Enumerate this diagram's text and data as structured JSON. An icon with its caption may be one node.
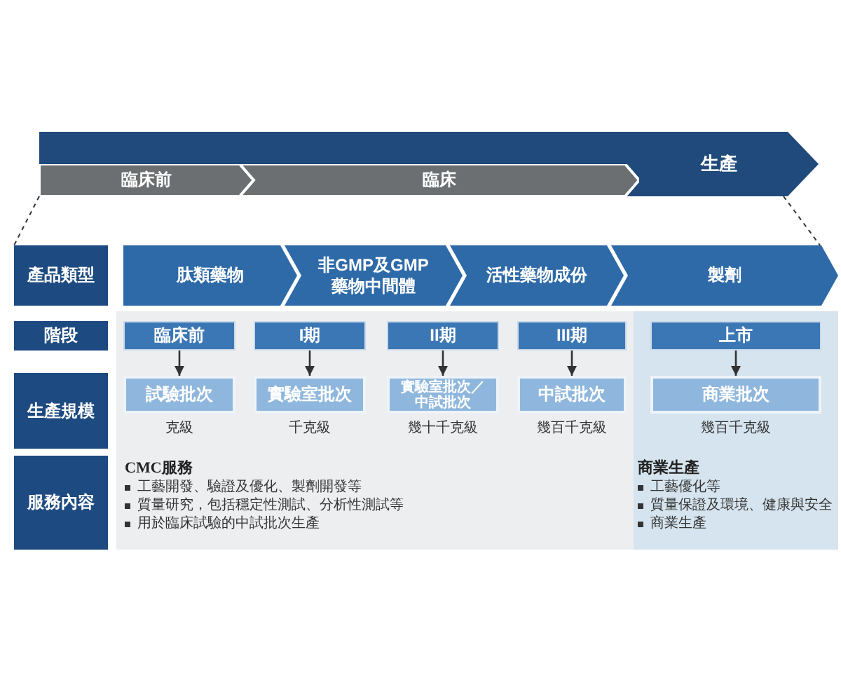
{
  "diagram": {
    "nodes": [
      {
        "text": [
          "生產"
        ]
      },
      {
        "text": [
          "臨床前"
        ],
        "in": 0
      },
      {
        "text": [
          "臨床"
        ],
        "in": 0
      },
      {
        "text": [
          "產品類型"
        ]
      },
      {
        "text": [
          "肽類藥物"
        ]
      },
      {
        "text": [
          "非GMP及GMP藥物中間體"
        ]
      },
      {
        "text": [
          "活性藥物成份"
        ]
      },
      {
        "text": [
          "製劑"
        ]
      },
      {
        "text": [
          "階段"
        ]
      },
      {
        "text": [
          "CMC服務",
          "工藝開發、驗證及優化、製劑開發等",
          "質量研究，包括穩定性測試、分析性測試等",
          "用於臨床試驗的中試批次生產"
        ]
      },
      {
        "text": [
          "商業生產",
          "工藝優化等",
          "質量保證及環境、健康與安全",
          "商業生產"
        ]
      },
      {
        "text": [
          "臨床前"
        ],
        "in": 9
      },
      {
        "text": [
          "I期"
        ],
        "in": 9
      },
      {
        "text": [
          "II期"
        ],
        "in": 9
      },
      {
        "text": [
          "III期"
        ],
        "in": 9
      },
      {
        "text": [
          "上市"
        ],
        "in": 10
      },
      {
        "text": [
          "生產規模"
        ]
      },
      {
        "text": [
          "試驗批次"
        ],
        "in": 9,
        "beside": [
          "克級"
        ]
      },
      {
        "text": [
          "實驗室批次"
        ],
        "in": 9,
        "beside": [
          "千克級"
        ]
      },
      {
        "text": [
          "實驗室批次／中試批次"
        ],
        "in": 9,
        "beside": [
          "幾十千克級"
        ]
      },
      {
        "text": [
          "中試批次"
        ],
        "in": 9,
        "beside": [
          "幾百千克級"
        ]
      },
      {
        "text": [
          "商業批次"
        ],
        "in": 10,
        "beside": [
          "幾百千克級"
        ]
      },
      {
        "text": [
          "服務內容"
        ]
      }
    ],
    "edges": [
      {
        "from": 11,
        "to": 17,
        "arrow": "to"
      },
      {
        "from": 12,
        "to": 18,
        "arrow": "to"
      },
      {
        "from": 13,
        "to": 19,
        "arrow": "to"
      },
      {
        "from": 14,
        "to": 20,
        "arrow": "to"
      },
      {
        "from": 15,
        "to": 21,
        "arrow": "to"
      },
      {
        "from": 1,
        "to": 3,
        "arrow": "none",
        "style": "dashed"
      },
      {
        "from": 0,
        "to": 7,
        "arrow": "none",
        "style": "dashed"
      }
    ]
  }
}
